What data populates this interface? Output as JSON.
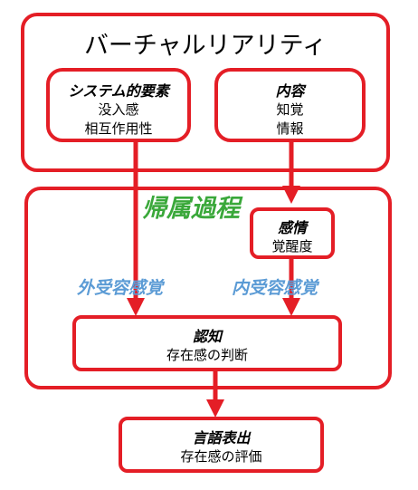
{
  "vr": {
    "title": "バーチャルリアリティ"
  },
  "system": {
    "title": "システム的要素",
    "lines": [
      "没入感",
      "相互作用性"
    ]
  },
  "content": {
    "title": "内容",
    "lines": [
      "知覚",
      "情報"
    ]
  },
  "belonging": {
    "title": "帰属過程"
  },
  "emotion": {
    "title": "感情",
    "line": "覚醒度"
  },
  "external": {
    "label": "外受容感覚"
  },
  "internal": {
    "label": "内受容感覚"
  },
  "cognition": {
    "title": "認知",
    "line": "存在感の判断"
  },
  "language": {
    "title": "言語表出",
    "line": "存在感の評価"
  },
  "colors": {
    "border": "#e41e26",
    "green": "#3aa83a",
    "blue": "#5b9bd5"
  }
}
